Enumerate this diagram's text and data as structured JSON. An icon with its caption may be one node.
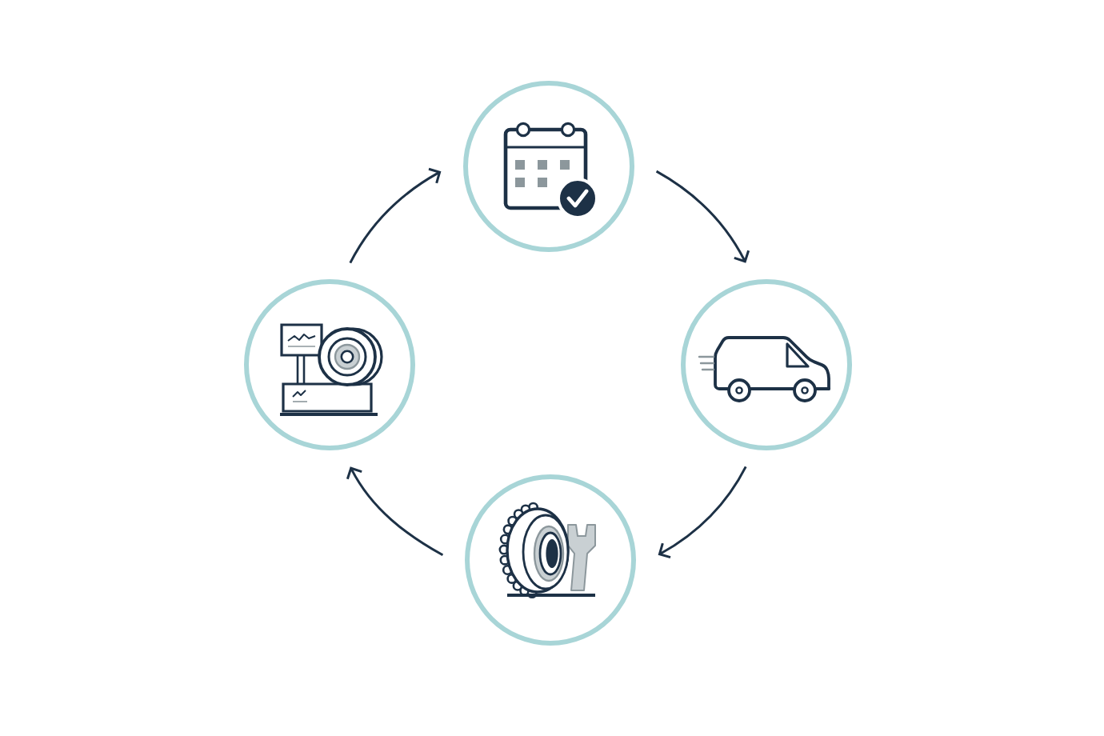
{
  "diagram": {
    "nodes": [
      {
        "text": [],
        "shape": "circle"
      },
      {
        "text": [],
        "shape": "circle"
      },
      {
        "text": [],
        "shape": "circle"
      },
      {
        "text": [],
        "shape": "circle"
      }
    ],
    "edges": [
      {
        "from": 0,
        "to": 2,
        "arrow": "to"
      },
      {
        "from": 2,
        "to": 3,
        "arrow": "to"
      },
      {
        "from": 3,
        "to": 1,
        "arrow": "to"
      },
      {
        "from": 1,
        "to": 0,
        "arrow": "to"
      }
    ]
  }
}
